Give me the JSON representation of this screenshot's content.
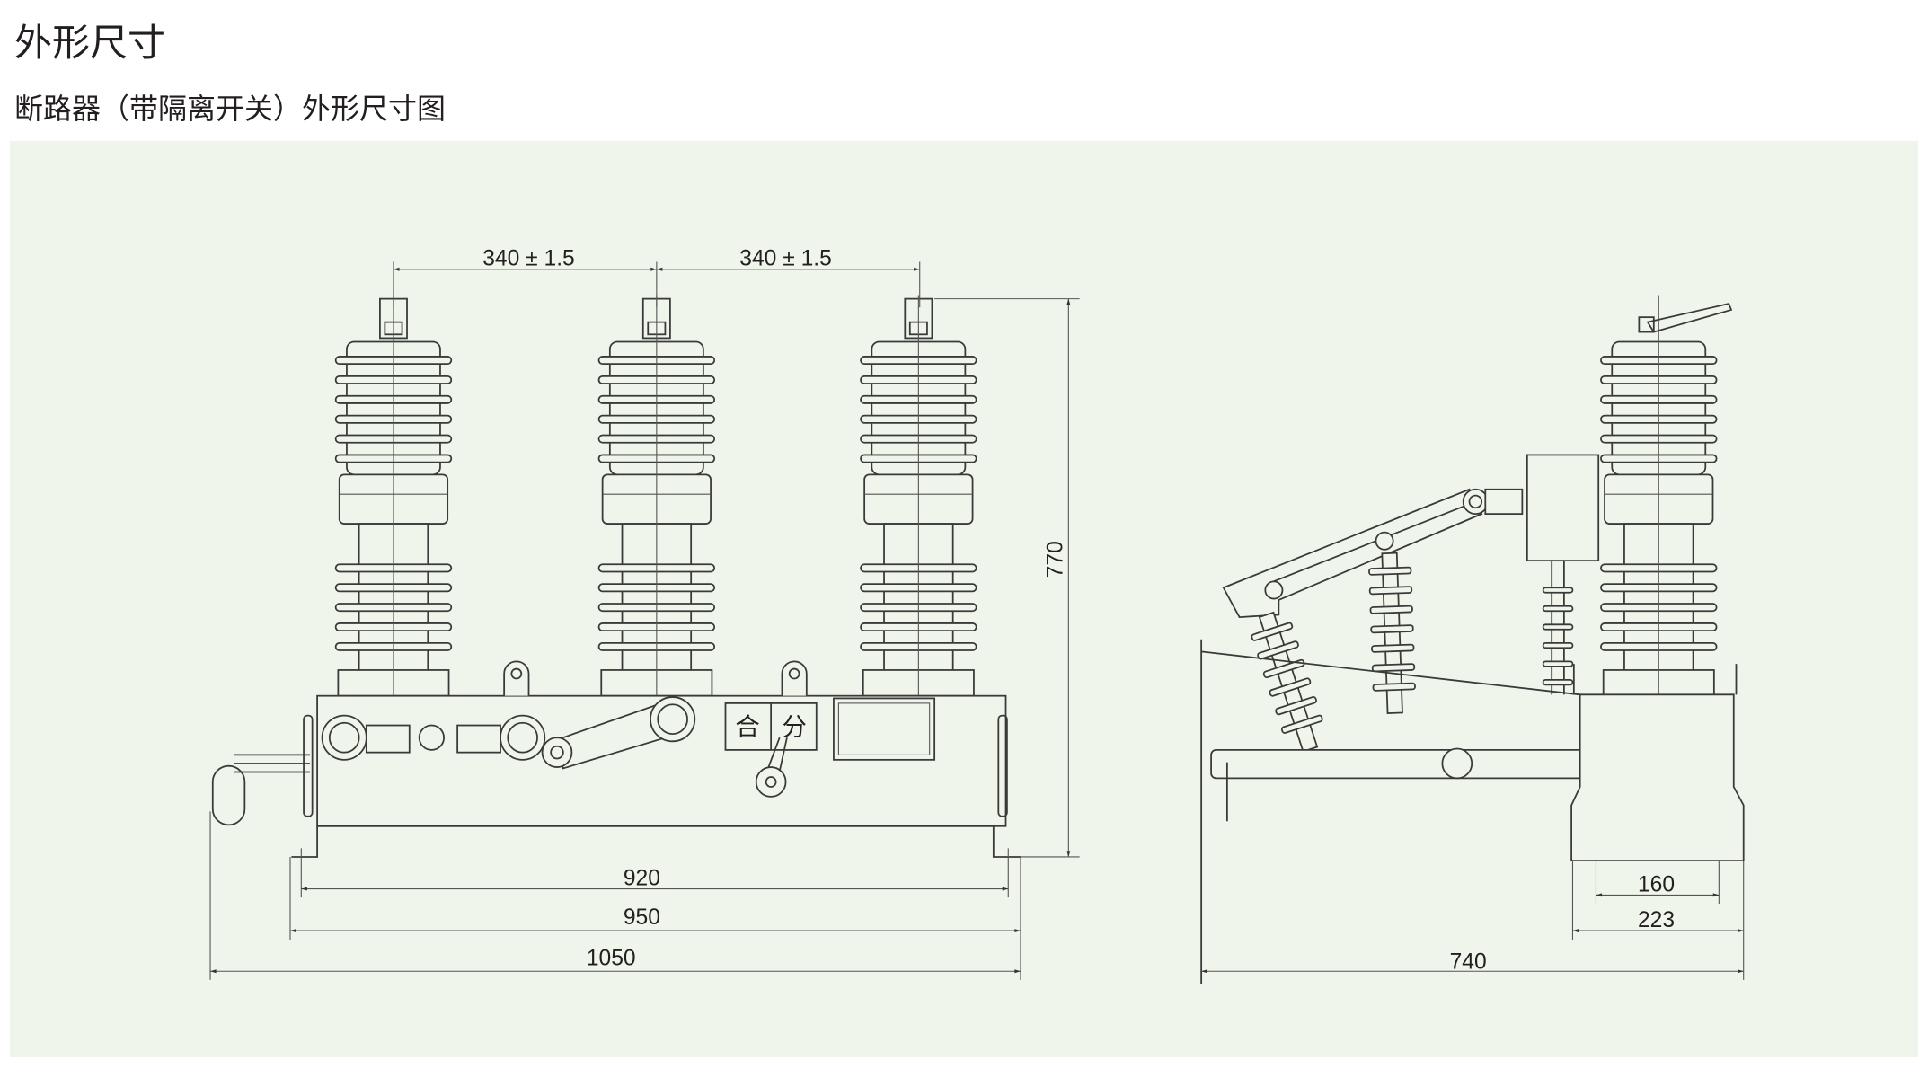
{
  "header": {
    "title": "外形尺寸",
    "subtitle": "断路器（带隔离开关）外形尺寸图"
  },
  "front_view": {
    "pole_spacing_labels": [
      "340 ± 1.5",
      "340 ± 1.5"
    ],
    "height_label": "770",
    "width_labels": [
      "920",
      "950",
      "1050"
    ],
    "panel_labels": {
      "close": "合",
      "open": "分"
    }
  },
  "side_view": {
    "width_labels": [
      "160",
      "223",
      "740"
    ]
  },
  "colors": {
    "background": "#eff5ea",
    "line": "#3a3a3a"
  }
}
